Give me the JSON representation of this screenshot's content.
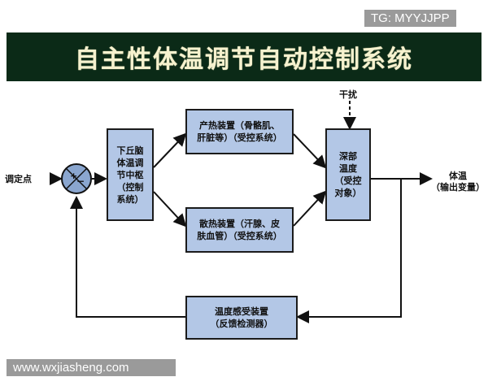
{
  "watermarks": {
    "top_right": "TG: MYYJJPP",
    "bottom_left": "www.wxjiasheng.com"
  },
  "title": "自主性体温调节自动控制系统",
  "labels": {
    "setpoint": "调定点",
    "disturbance": "干扰",
    "output": "体温\n（输出变量）"
  },
  "boxes": {
    "hypothalamus": "下丘脑\n体温调\n节中枢\n（控制\n系统）",
    "heat_production": "产热装置（骨骼肌、\n肝脏等）（受控系统）",
    "heat_dissipation": "散热装置（汗腺、皮\n肤血管）（受控系统）",
    "deep_temperature": "深部\n温度\n（受控\n对象）",
    "sensor": "温度感受装置\n（反馈检测器）"
  },
  "comparator": {
    "plus": "+",
    "minus": "−"
  },
  "colors": {
    "title_band": "#0b2a17",
    "title_text": "#f6f2cf",
    "box_fill": "#b3c7e6",
    "comparator_fill": "#8aa6cf",
    "line": "#111111"
  }
}
